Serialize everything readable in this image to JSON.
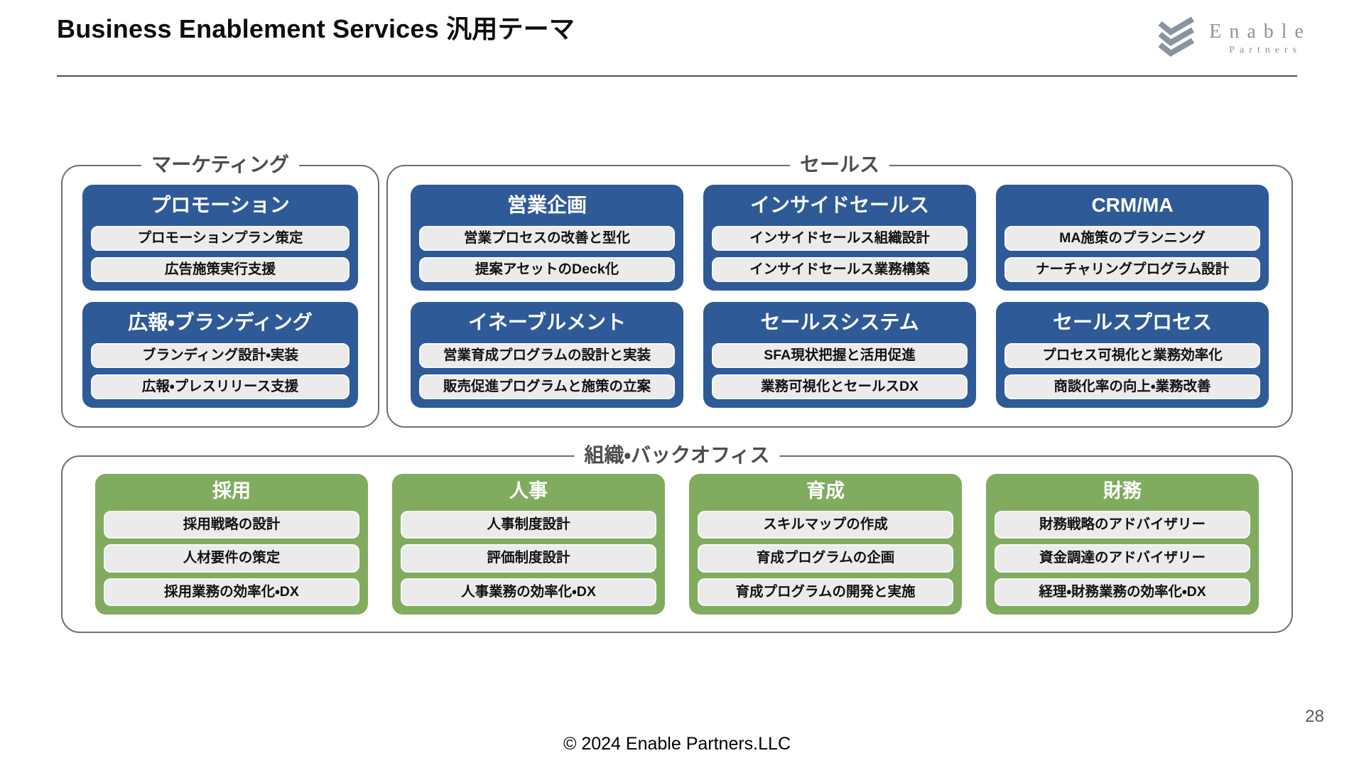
{
  "slide": {
    "title": "Business Enablement Services 汎用テーマ",
    "footer": "© 2024 Enable Partners.LLC",
    "page_number": "28"
  },
  "logo": {
    "name": "Enable",
    "subname": "Partners",
    "icon": "triple-chevron-icon",
    "color": "#8a93a1"
  },
  "colors": {
    "blue_header": "#2e5a97",
    "green_header": "#81ac60",
    "pill_bg": "#ebebeb",
    "group_border": "#6e6e6e",
    "group_label_text": "#4d4d4d"
  },
  "groups": [
    {
      "id": "marketing",
      "label": "マーケティング",
      "theme": "blue",
      "cards": [
        {
          "title": "プロモーション",
          "items": [
            "プロモーションプラン策定",
            "広告施策実行支援"
          ]
        },
        {
          "title": "広報・ブランディング",
          "items": [
            "ブランディング設計・実装",
            "広報・プレスリリース支援"
          ]
        }
      ]
    },
    {
      "id": "sales",
      "label": "セールス",
      "theme": "blue",
      "cards": [
        {
          "title": "営業企画",
          "items": [
            "営業プロセスの改善と型化",
            "提案アセットのDeck化"
          ]
        },
        {
          "title": "インサイドセールス",
          "items": [
            "インサイドセールス組織設計",
            "インサイドセールス業務構築"
          ]
        },
        {
          "title": "CRM/MA",
          "items": [
            "MA施策のプランニング",
            "ナーチャリングプログラム設計"
          ]
        },
        {
          "title": "イネーブルメント",
          "items": [
            "営業育成プログラムの設計と実装",
            "販売促進プログラムと施策の立案"
          ]
        },
        {
          "title": "セールスシステム",
          "items": [
            "SFA現状把握と活用促進",
            "業務可視化とセールスDX"
          ]
        },
        {
          "title": "セールスプロセス",
          "items": [
            "プロセス可視化と業務効率化",
            "商談化率の向上・業務改善"
          ]
        }
      ]
    },
    {
      "id": "backoffice",
      "label": "組織・バックオフィス",
      "theme": "green",
      "cards": [
        {
          "title": "採用",
          "items": [
            "採用戦略の設計",
            "人材要件の策定",
            "採用業務の効率化・DX"
          ]
        },
        {
          "title": "人事",
          "items": [
            "人事制度設計",
            "評価制度設計",
            "人事業務の効率化・DX"
          ]
        },
        {
          "title": "育成",
          "items": [
            "スキルマップの作成",
            "育成プログラムの企画",
            "育成プログラムの開発と実施"
          ]
        },
        {
          "title": "財務",
          "items": [
            "財務戦略のアドバイザリー",
            "資金調達のアドバイザリー",
            "経理・財務業務の効率化・DX"
          ]
        }
      ]
    }
  ]
}
